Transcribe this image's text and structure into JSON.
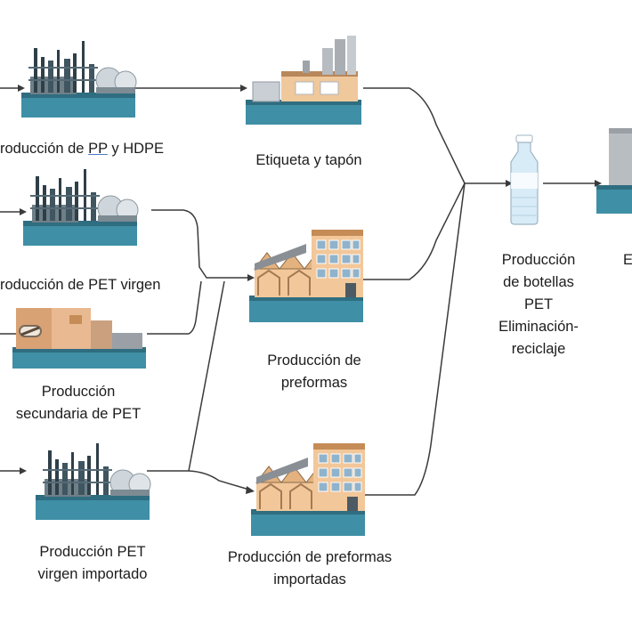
{
  "nodes": {
    "pp_hdpe": {
      "label_pre": "roducción de ",
      "label_link": "PP",
      "label_post": " y HDPE"
    },
    "pet_virgen": {
      "label": "roducción de PET virgen"
    },
    "pet_secundaria": {
      "label_lines": [
        "Producción",
        "secundaria de PET"
      ]
    },
    "pet_importado": {
      "label_lines": [
        "Producción PET",
        "virgen importado"
      ]
    },
    "etiqueta": {
      "label": "Etiqueta y tapón"
    },
    "preformas": {
      "label_lines": [
        "Producción de",
        "preformas"
      ]
    },
    "preformas_importadas": {
      "label_lines": [
        "Producción de preformas",
        "importadas"
      ]
    },
    "botellas": {
      "label_lines": [
        "Producción",
        "de botellas",
        "PET",
        "Eliminación-",
        "reciclaje"
      ]
    },
    "cut_off": {
      "label": "E"
    }
  },
  "colors": {
    "line": "#3a3a3a",
    "plant_dark": "#3f5560",
    "base_teal": "#3f8fa6",
    "factory_wall": "#f2c79a",
    "factory_dark": "#8a8f95",
    "tower_gray": "#b7bcc1",
    "bottle_blue": "#d7ecf7"
  },
  "icons": {
    "pp_hdpe": "refinery-icon",
    "pet_virgen": "refinery-icon",
    "pet_secundaria": "recycling-plant-icon",
    "pet_importado": "refinery-icon",
    "etiqueta": "industrial-plant-icon",
    "preformas": "factory-icon",
    "preformas_importadas": "factory-icon",
    "botellas": "bottle-icon",
    "cut_off": "building-icon"
  }
}
